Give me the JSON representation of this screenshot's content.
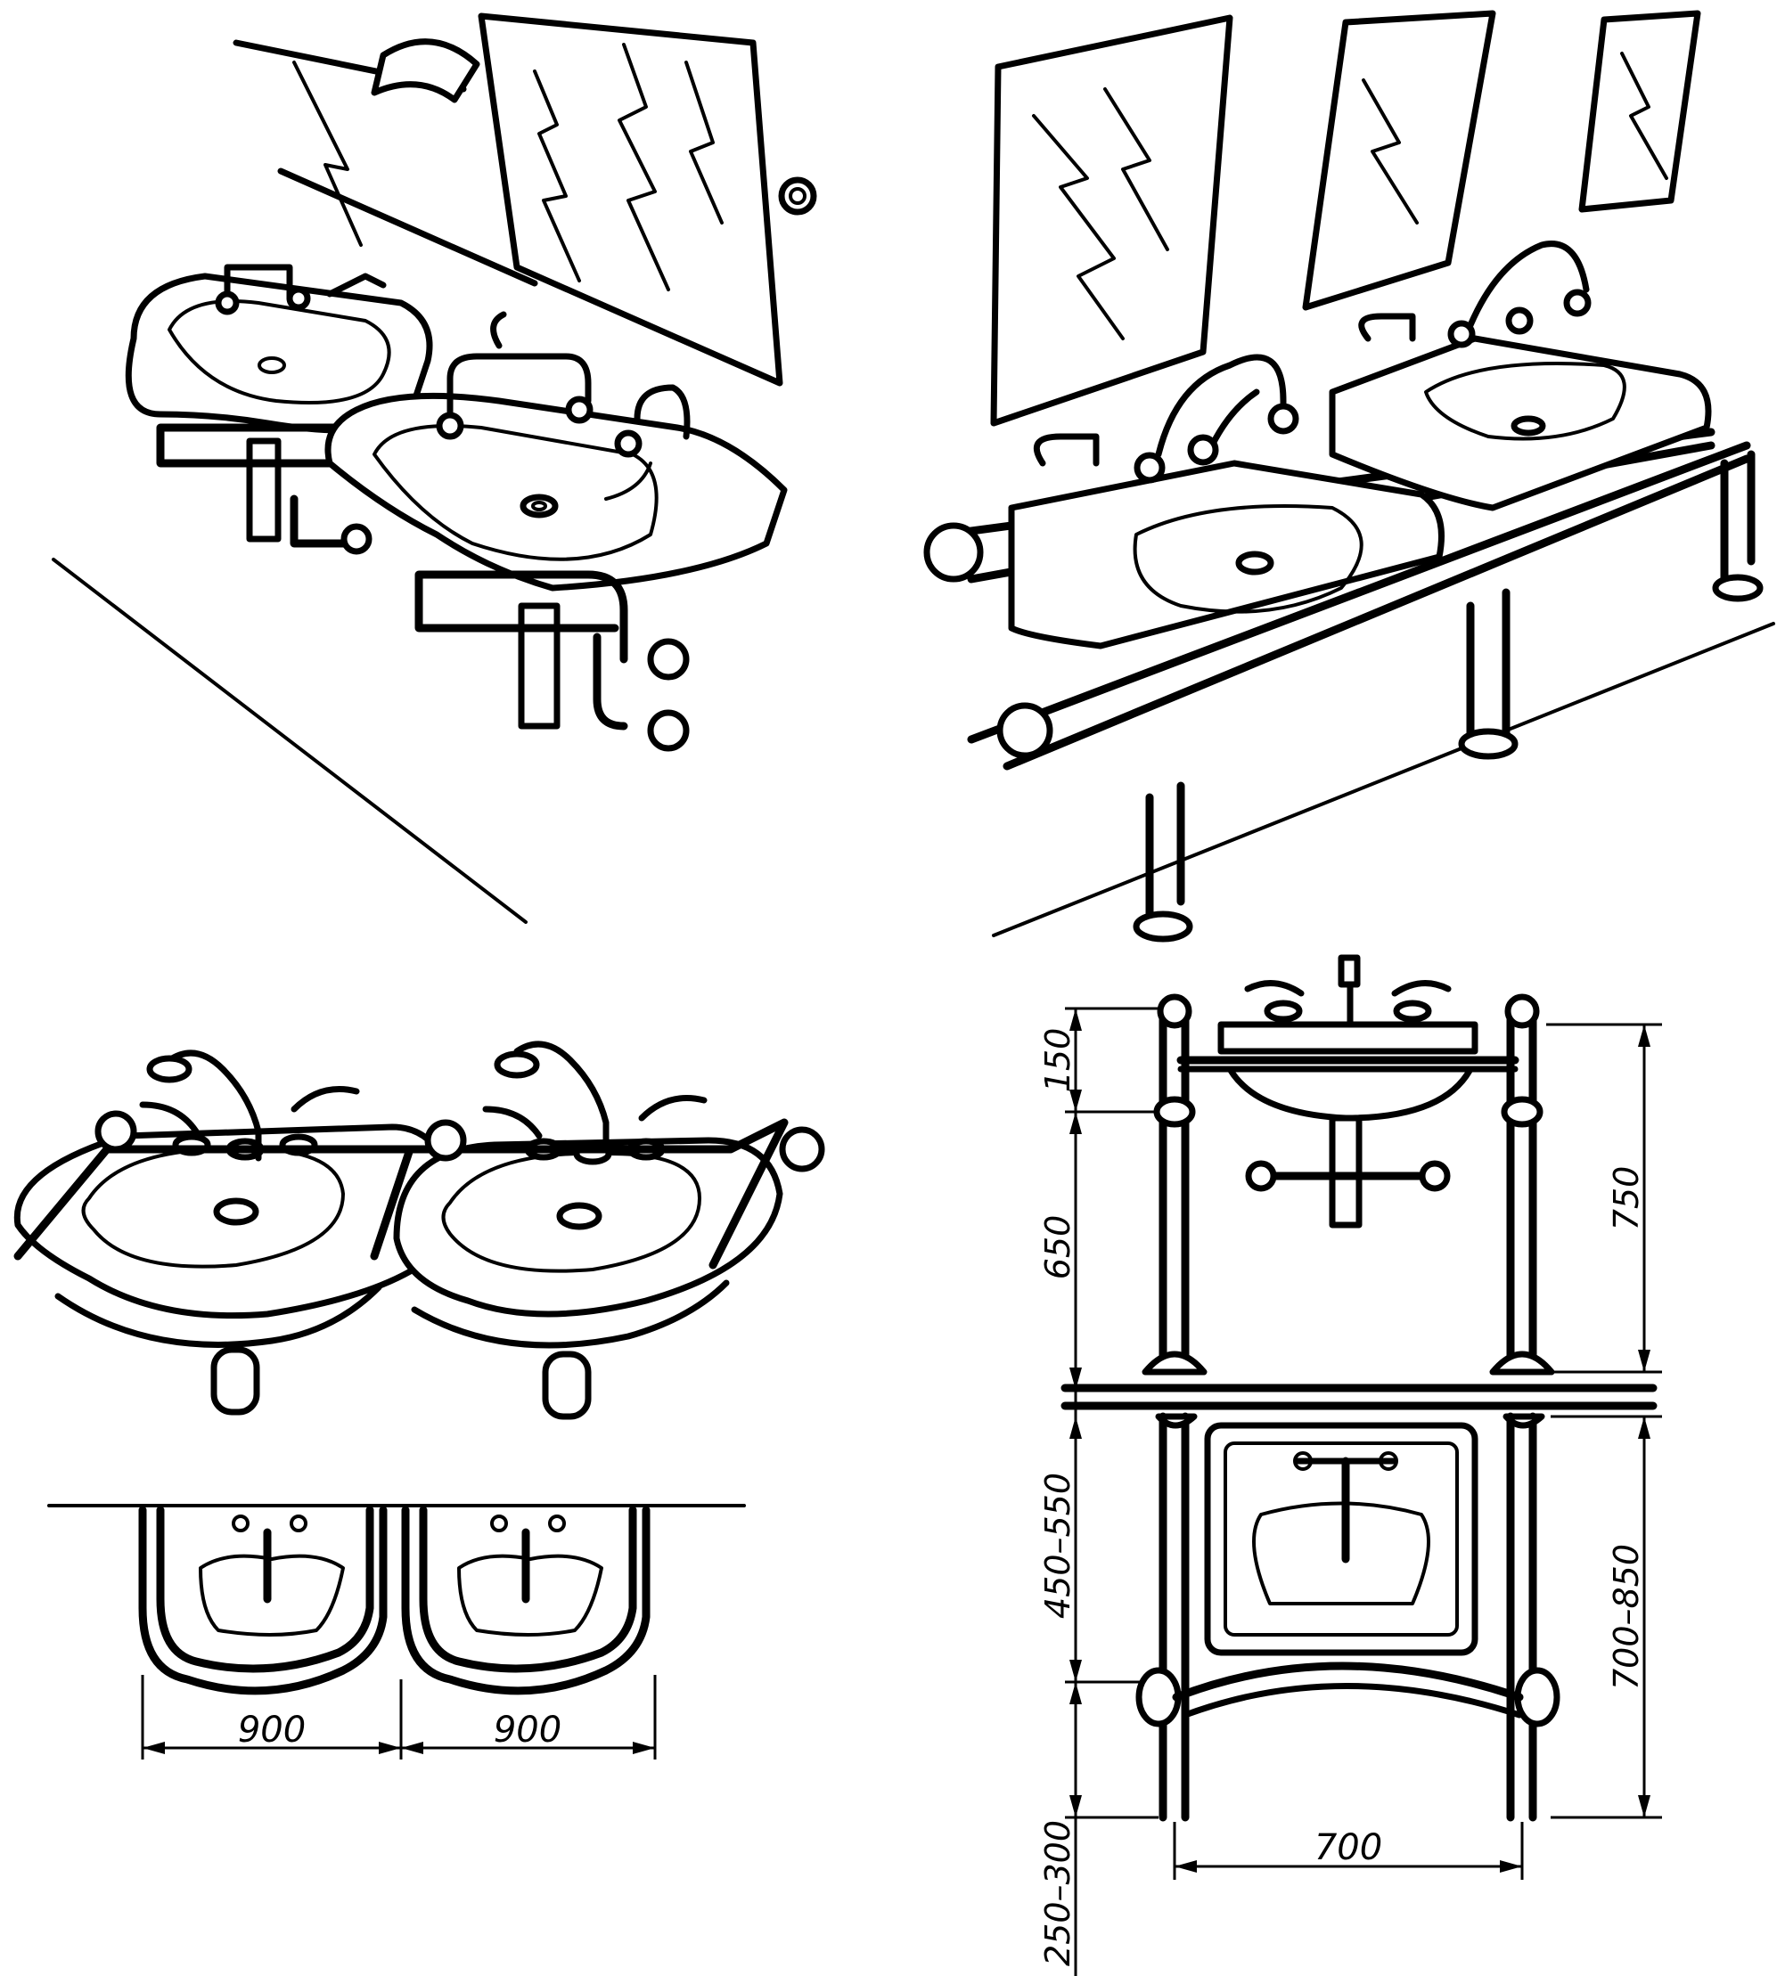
{
  "views": {
    "top_left": "Isometric view: wall-mounted sinks with grab rails",
    "top_right": "Isometric view: countertop sinks with tubular support rails",
    "bottom_left": "Front and plan view of twin sinks",
    "bottom_right": "Front and side elevation of sink with grab rail frame"
  },
  "dimensions": {
    "plan_width_left": "900",
    "plan_width_right": "900",
    "height_150": "150",
    "height_650": "650",
    "height_750": "750",
    "height_450_550": "450–550",
    "height_250_300": "250–300",
    "height_700_850": "700–850",
    "width_700": "700"
  },
  "colors": {
    "line": "#000000",
    "background": "#ffffff"
  }
}
